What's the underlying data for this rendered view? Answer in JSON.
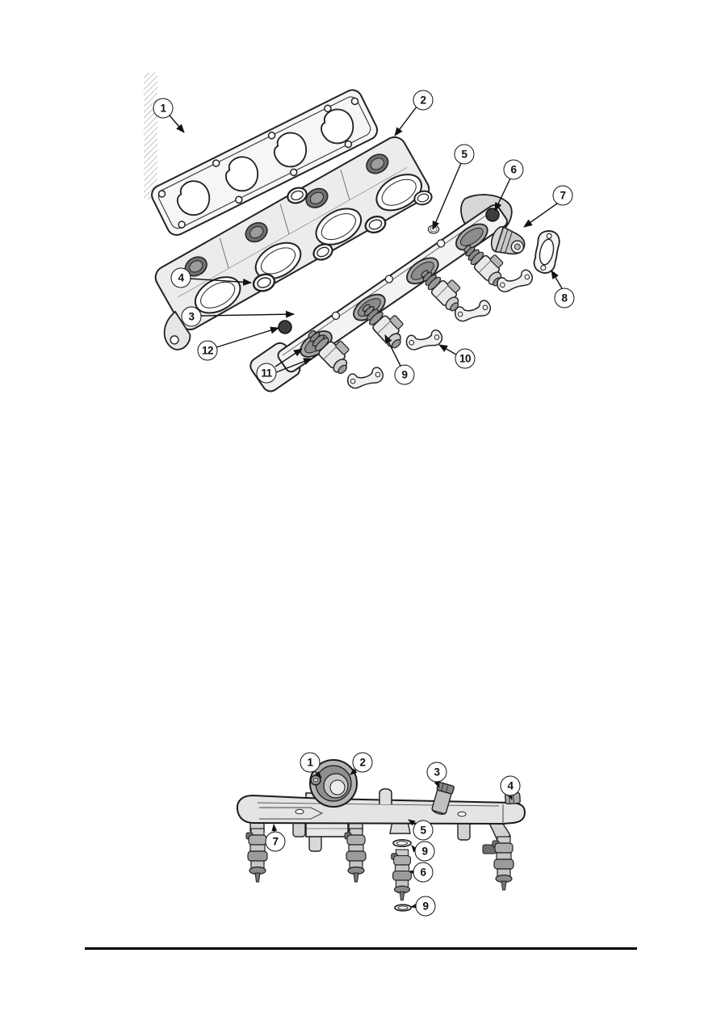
{
  "figure1": {
    "callouts": [
      "1",
      "2",
      "5",
      "6",
      "7",
      "8",
      "4",
      "3",
      "12",
      "11",
      "9",
      "10"
    ]
  },
  "figure2": {
    "callouts": [
      "1",
      "2",
      "3",
      "4",
      "5",
      "7",
      "9",
      "6",
      "9"
    ]
  },
  "colors": {
    "paper": "#ffffff",
    "ink": "#1a1a1a",
    "shade_light": "#e8e8e8",
    "shade_mid": "#b3b3b3",
    "shade_dark": "#3d3d3d"
  }
}
